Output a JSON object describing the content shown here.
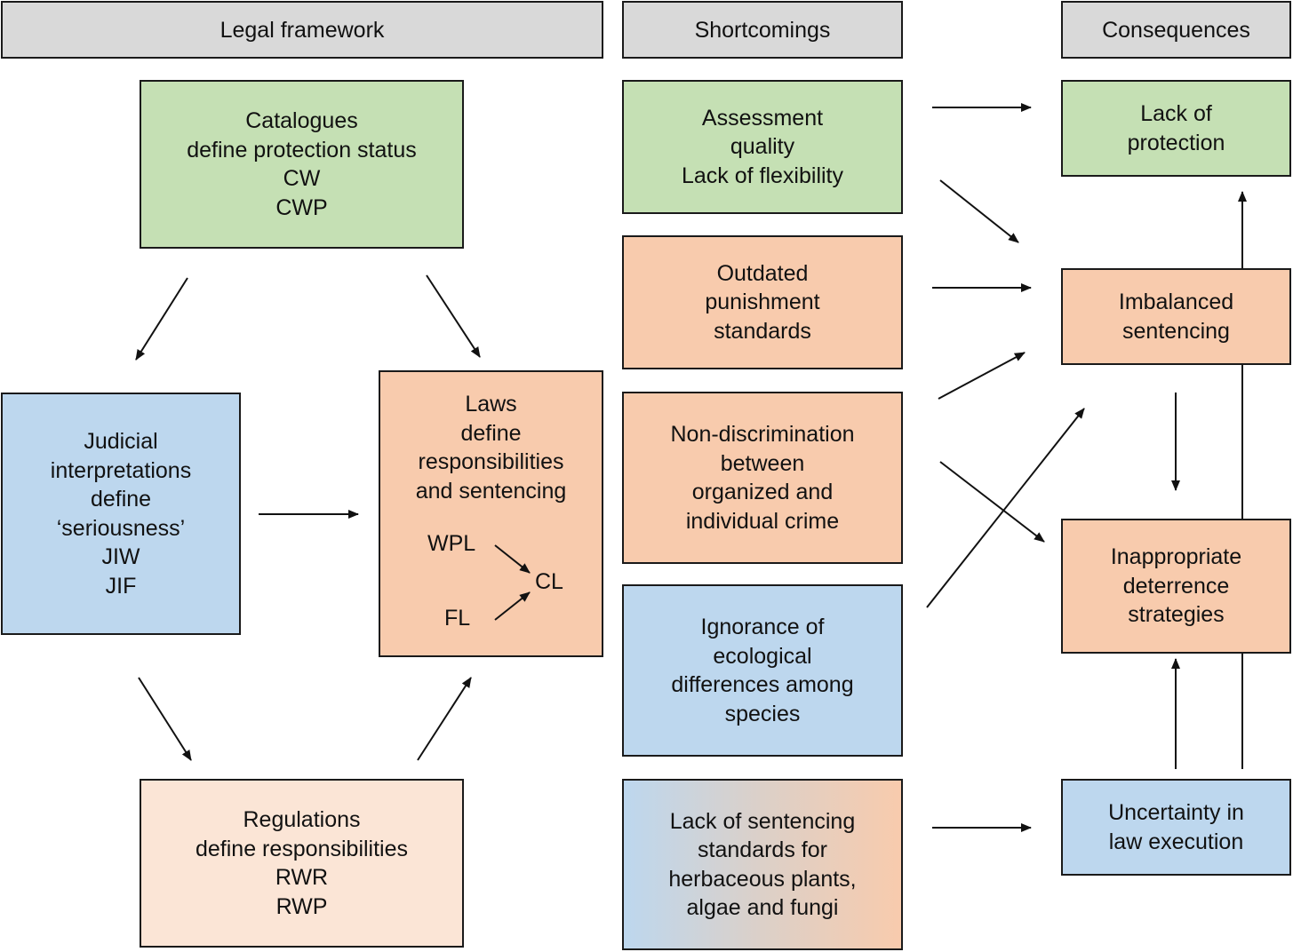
{
  "headers": {
    "legal": "Legal framework",
    "short": "Shortcomings",
    "cons": "Consequences"
  },
  "legal": {
    "catalogues": [
      "Catalogues",
      "define protection status",
      "CW",
      "CWP"
    ],
    "judicial": [
      "Judicial",
      "interpretations",
      "define",
      "‘seriousness’",
      "JIW",
      "JIF"
    ],
    "laws": [
      "Laws",
      "define",
      "responsibilities",
      "and sentencing"
    ],
    "laws_sub": {
      "wpl": "WPL",
      "fl": "FL",
      "cl": "CL"
    },
    "regulations": [
      "Regulations",
      "define responsibilities",
      "RWR",
      "RWP"
    ]
  },
  "shortcomings": {
    "assessment": [
      "Assessment",
      "quality",
      "Lack of flexibility"
    ],
    "outdated": [
      "Outdated",
      "punishment",
      "standards"
    ],
    "nondiscrimination": [
      "Non-discrimination",
      "between",
      "organized and",
      "individual crime"
    ],
    "ignorance": [
      "Ignorance of",
      "ecological",
      "differences among",
      "species"
    ],
    "lack_sentencing": [
      "Lack of sentencing",
      "standards for",
      "herbaceous plants,",
      "algae and fungi"
    ]
  },
  "consequences": {
    "lack_protection": [
      "Lack of",
      "protection"
    ],
    "imbalanced": [
      "Imbalanced",
      "sentencing"
    ],
    "inappropriate": [
      "Inappropriate",
      "deterrence",
      "strategies"
    ],
    "uncertainty": [
      "Uncertainty in",
      "law execution"
    ]
  },
  "colors": {
    "header": "#d9d9d9",
    "green": "#c5e0b4",
    "orange": "#f8cbad",
    "light_orange": "#fbe5d6",
    "blue": "#bdd7ee",
    "border": "#1a1a1a"
  }
}
